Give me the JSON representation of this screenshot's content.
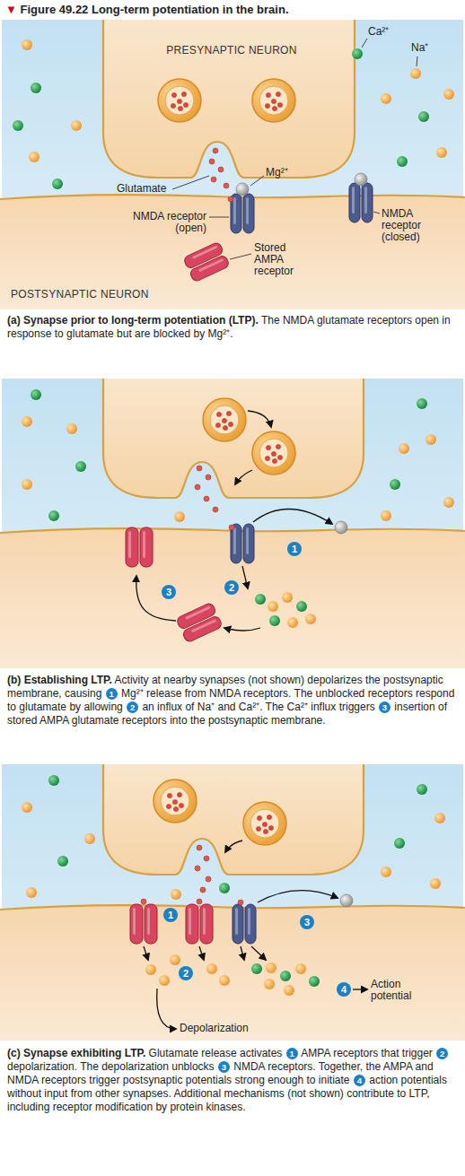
{
  "diagram": {
    "title": "▼ Figure 49.22 Long-term potentiation in the brain.",
    "labels": [
      "PRESYNAPTIC NEURON",
      "Ca²⁺",
      "Na⁺",
      "Mg²⁺",
      "Glutamate",
      "NMDA receptor (open)",
      "Stored AMPA receptor",
      "NMDA receptor (closed)",
      "POSTSYNAPTIC NEURON",
      "(a) Synapse prior to long-term potentiation (LTP).",
      "The NMDA glutamate receptors open in response to glutamate but are blocked by Mg²⁺.",
      "1",
      "2",
      "3",
      "(b) Establishing LTP.",
      "Activity at nearby synapses (not shown) depolarizes the postsynaptic membrane, causing 1 Mg²⁺ release from NMDA receptors. The unblocked receptors respond to glutamate by allowing 2 an influx of Na⁺ and Ca²⁺. The Ca²⁺ influx triggers 3 insertion of stored AMPA glutamate receptors into the postsynaptic membrane.",
      "1",
      "3",
      "2",
      "4",
      "Action potential",
      "Depolarization",
      "(c) Synapse exhibiting LTP.",
      "Glutamate release activates 1 AMPA receptors that trigger 2 depolarization. The depolarization unblocks 3 NMDA receptors. Together, the AMPA and NMDA receptors trigger postsynaptic potentials strong enough to initiate 4 action potentials without input from other synapses. Additional mechanisms (not shown) contribute to LTP, including receptor modification by protein kinases."
    ]
  }
}
